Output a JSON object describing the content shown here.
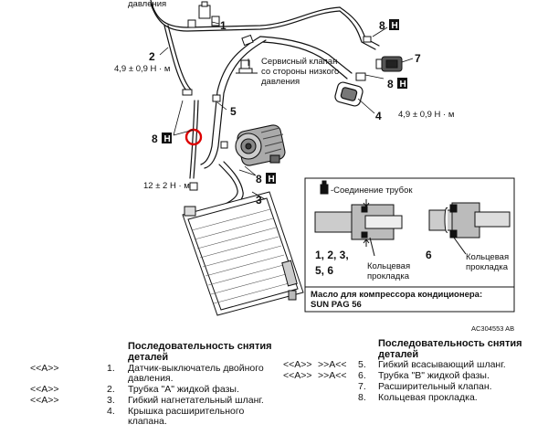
{
  "callouts": {
    "c1": "1",
    "c2": "2",
    "c3": "3",
    "c4": "4",
    "c5": "5",
    "c6": "6",
    "c7": "7",
    "h": "8",
    "h_box": "H",
    "torque_a": "4,9 ± 0,9 Н · м",
    "torque_b": "4,9 ± 0,9 Н · м",
    "torque_c": "12 ± 2 Н · м",
    "top_fragment": "давления",
    "service_valve": [
      "Сервисный клапан",
      "со стороны низкого",
      "давления"
    ]
  },
  "inset": {
    "legend": "-Соединение трубок",
    "parts_a": "1, 2, 3,",
    "parts_b": "5, 6",
    "part_6": "6",
    "gasket_a": [
      "Кольцевая",
      "прокладка"
    ],
    "gasket_b": [
      "Кольцевая",
      "прокладка"
    ],
    "oil_title": "Масло для компрессора кондиционера:",
    "oil_name": "SUN PAG 56"
  },
  "figure_code": "AC304553 AB",
  "left_list": {
    "heading": [
      "Последовательность снятия",
      "деталей"
    ],
    "items": [
      {
        "code": "<<A>>",
        "num": "1.",
        "text": [
          "Датчик-выключатель двойного",
          "давления."
        ]
      },
      {
        "code": "<<A>>",
        "num": "2.",
        "text": [
          "Трубка \"А\" жидкой фазы."
        ]
      },
      {
        "code": "<<A>>",
        "num": "3.",
        "text": [
          "Гибкий нагнетательный шланг."
        ]
      },
      {
        "code": "",
        "num": "4.",
        "text": [
          "Крышка расширительного",
          "клапана."
        ]
      }
    ]
  },
  "right_list": {
    "heading": [
      "Последовательность снятия",
      "деталей"
    ],
    "items": [
      {
        "code": "<<A>>",
        "code2": ">>A<<",
        "num": "5.",
        "text": [
          "Гибкий всасывающий шланг."
        ]
      },
      {
        "code": "<<A>>",
        "code2": ">>A<<",
        "num": "6.",
        "text": [
          "Трубка \"B\" жидкой фазы."
        ]
      },
      {
        "code": "",
        "code2": "",
        "num": "7.",
        "text": [
          "Расширительный клапан."
        ]
      },
      {
        "code": "",
        "code2": "",
        "num": "8.",
        "text": [
          "Кольцевая прокладка."
        ]
      }
    ]
  }
}
